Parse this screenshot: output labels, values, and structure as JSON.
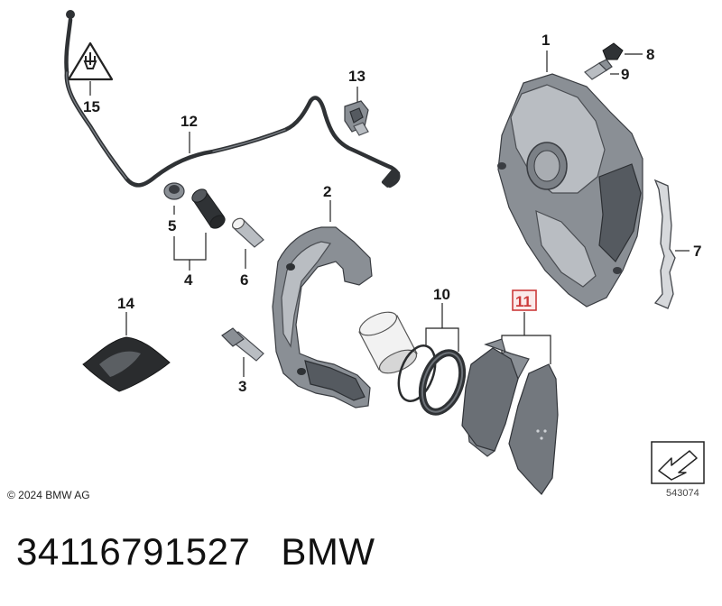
{
  "labels": {
    "p1": "1",
    "p2": "2",
    "p3": "3",
    "p4": "4",
    "p5": "5",
    "p6": "6",
    "p7": "7",
    "p8": "8",
    "p9": "9",
    "p10": "10",
    "p11": "11",
    "p12": "12",
    "p13": "13",
    "p14": "14",
    "p15": "15"
  },
  "highlighted_part": "11",
  "highlight_color": "#cc3b3b",
  "copyright": "© 2024 BMW AG",
  "diagram_ref": "543074",
  "caption": {
    "part_number": "34116791527",
    "brand": "BMW"
  }
}
